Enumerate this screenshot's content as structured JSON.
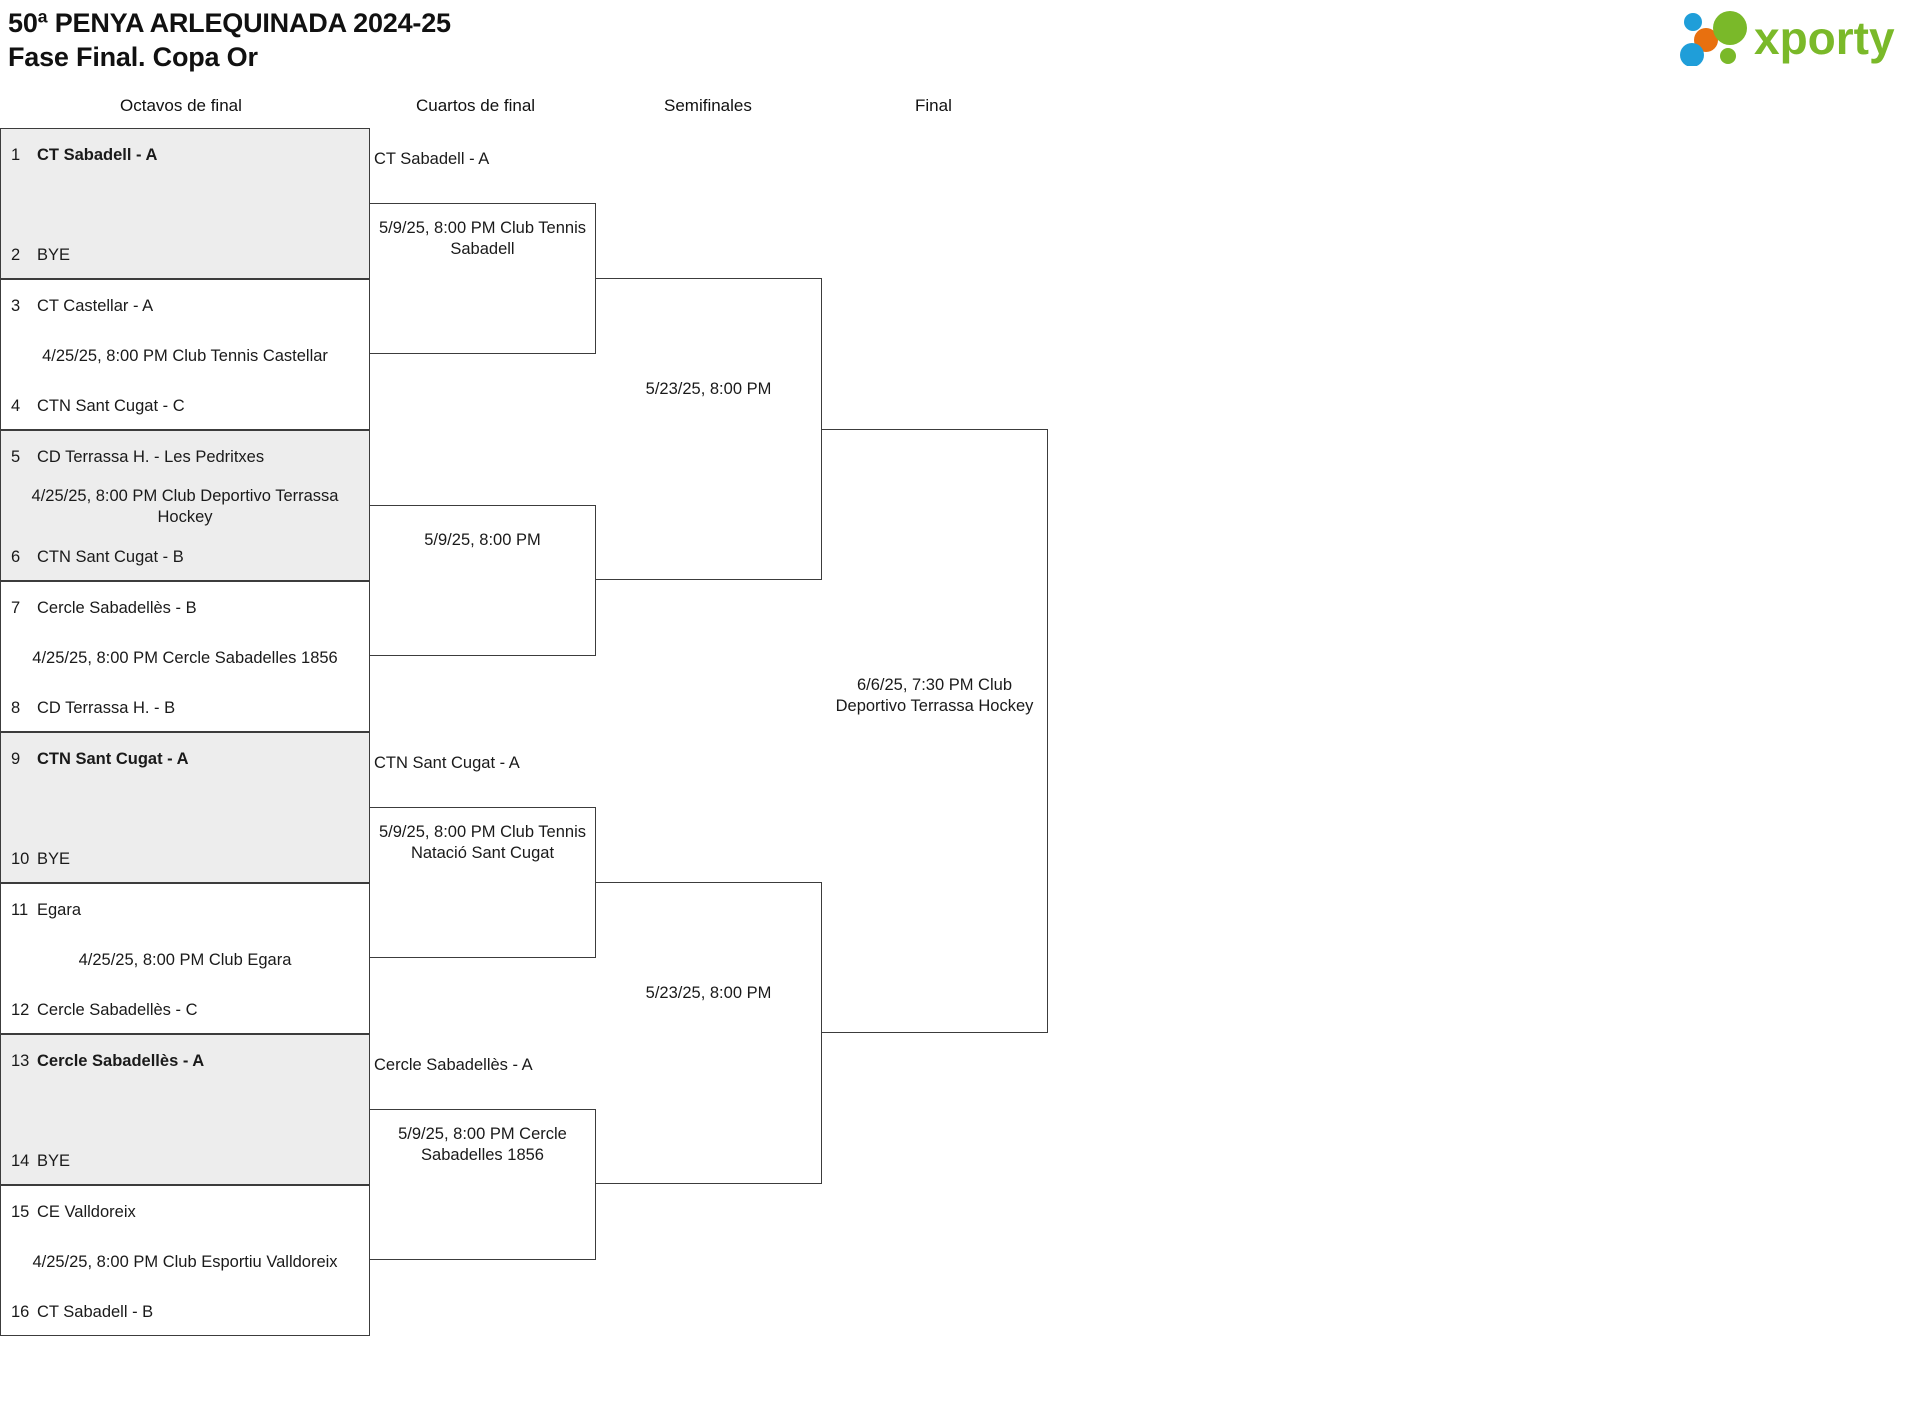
{
  "header": {
    "title_line1": "50ª PENYA ARLEQUINADA 2024-25",
    "title_line2": "Fase Final. Copa Or",
    "logo_text": "xporty",
    "logo_colors": {
      "green": "#7ab929",
      "blue": "#1f9ed9",
      "orange": "#e8700f"
    }
  },
  "rounds": [
    {
      "label": "Octavos de final"
    },
    {
      "label": "Cuartos de final"
    },
    {
      "label": "Semifinales"
    },
    {
      "label": "Final"
    }
  ],
  "round1": {
    "matches": [
      {
        "shaded": true,
        "top": {
          "seed": "1",
          "name": "CT Sabadell - A",
          "winner": true
        },
        "bottom": {
          "seed": "2",
          "name": "BYE",
          "winner": false
        },
        "info": ""
      },
      {
        "shaded": false,
        "top": {
          "seed": "3",
          "name": "CT Castellar - A",
          "winner": false
        },
        "bottom": {
          "seed": "4",
          "name": "CTN Sant Cugat - C",
          "winner": false
        },
        "info": "4/25/25, 8:00 PM Club Tennis Castellar"
      },
      {
        "shaded": true,
        "top": {
          "seed": "5",
          "name": "CD Terrassa H. - Les Pedritxes",
          "winner": false
        },
        "bottom": {
          "seed": "6",
          "name": "CTN Sant Cugat - B",
          "winner": false
        },
        "info": "4/25/25, 8:00 PM Club Deportivo Terrassa Hockey"
      },
      {
        "shaded": false,
        "top": {
          "seed": "7",
          "name": "Cercle Sabadellès - B",
          "winner": false
        },
        "bottom": {
          "seed": "8",
          "name": "CD Terrassa H. - B",
          "winner": false
        },
        "info": "4/25/25, 8:00 PM Cercle Sabadelles 1856"
      },
      {
        "shaded": true,
        "top": {
          "seed": "9",
          "name": "CTN Sant Cugat - A",
          "winner": true
        },
        "bottom": {
          "seed": "10",
          "name": "BYE",
          "winner": false
        },
        "info": ""
      },
      {
        "shaded": false,
        "top": {
          "seed": "11",
          "name": "Egara",
          "winner": false
        },
        "bottom": {
          "seed": "12",
          "name": "Cercle Sabadellès - C",
          "winner": false
        },
        "info": "4/25/25, 8:00 PM Club Egara"
      },
      {
        "shaded": true,
        "top": {
          "seed": "13",
          "name": "Cercle Sabadellès - A",
          "winner": true
        },
        "bottom": {
          "seed": "14",
          "name": "BYE",
          "winner": false
        },
        "info": ""
      },
      {
        "shaded": false,
        "top": {
          "seed": "15",
          "name": "CE Valldoreix",
          "winner": false
        },
        "bottom": {
          "seed": "16",
          "name": "CT Sabadell - B",
          "winner": false
        },
        "info": "4/25/25, 8:00 PM Club Esportiu Valldoreix"
      }
    ]
  },
  "round2": {
    "matches": [
      {
        "advancer": "CT Sabadell - A",
        "info": "5/9/25, 8:00 PM Club Tennis Sabadell"
      },
      {
        "advancer": "",
        "info": "5/9/25, 8:00 PM"
      },
      {
        "advancer": "CTN Sant Cugat - A",
        "info": "5/9/25, 8:00 PM Club Tennis Natació Sant Cugat"
      },
      {
        "advancer": "Cercle Sabadellès - A",
        "info": "5/9/25, 8:00 PM Cercle Sabadelles 1856"
      }
    ]
  },
  "round3": {
    "matches": [
      {
        "advancer": "",
        "info": "5/23/25, 8:00 PM"
      },
      {
        "advancer": "",
        "info": "5/23/25, 8:00 PM"
      }
    ]
  },
  "round4": {
    "matches": [
      {
        "advancer": "",
        "info": "6/6/25, 7:30 PM Club Deportivo Terrassa Hockey"
      }
    ]
  }
}
